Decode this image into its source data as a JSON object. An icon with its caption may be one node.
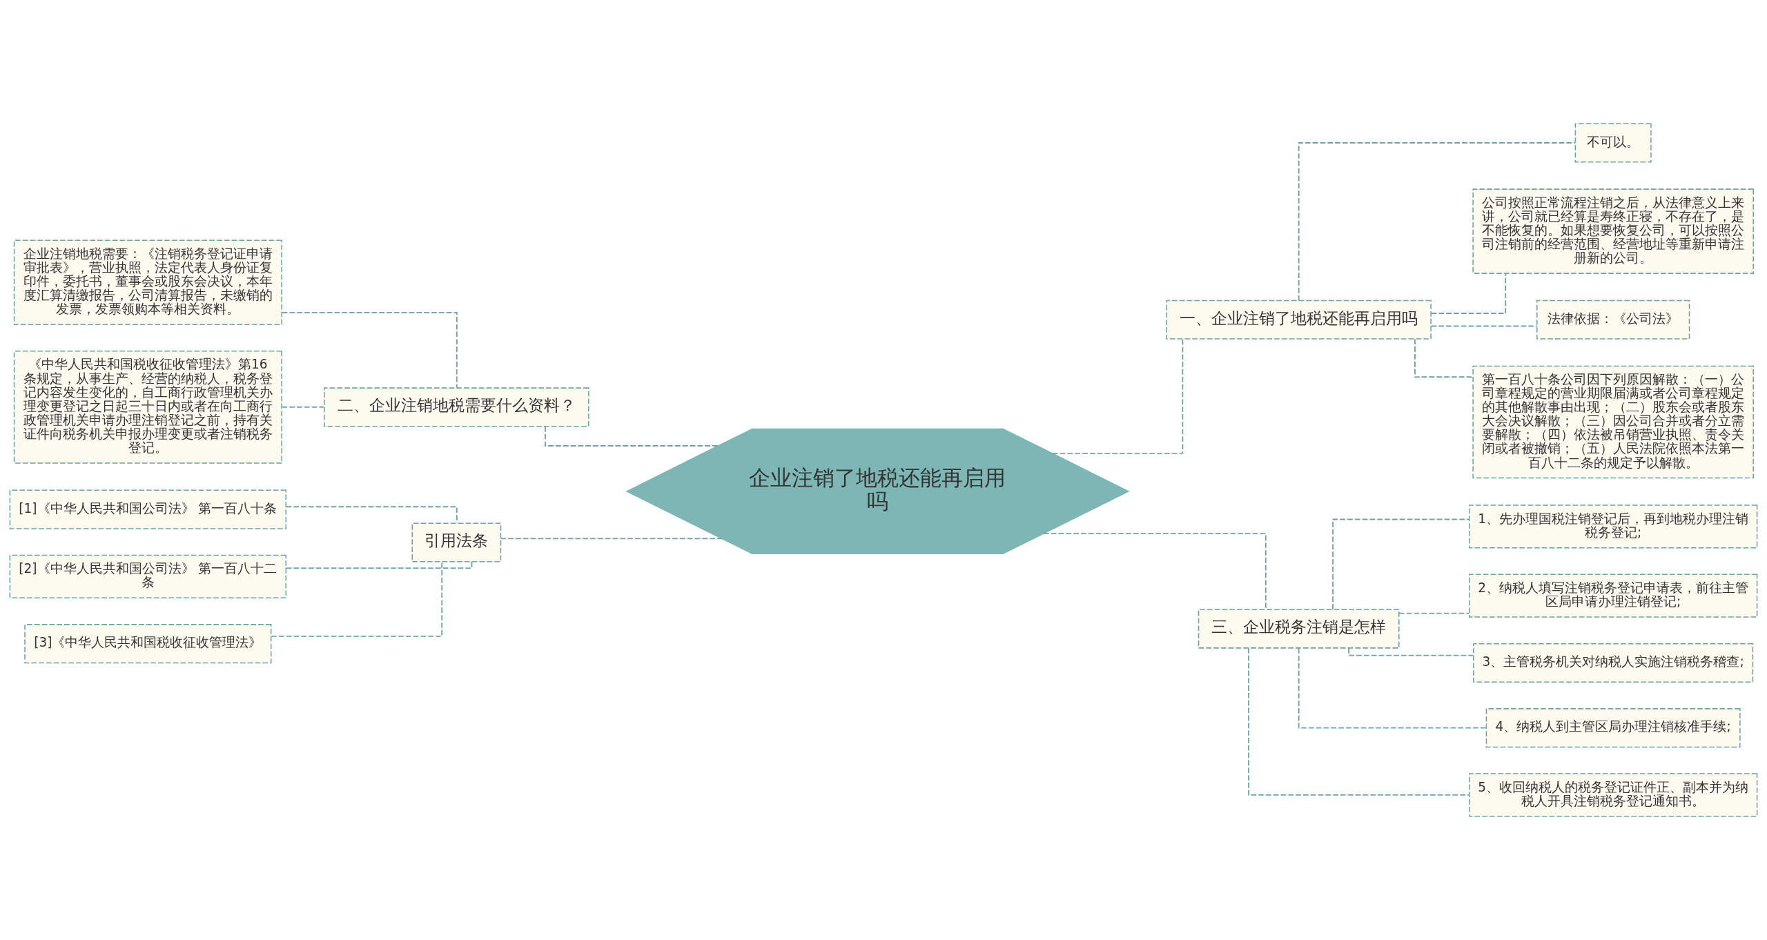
{
  "diagram": {
    "nodes": [
      {
        "text": [
          "企业注销了地税还能再启用吗"
        ]
      },
      {
        "text": [
          "一、企业注销了地税还能再启用吗"
        ]
      },
      {
        "text": [
          "不可以。"
        ]
      },
      {
        "text": [
          "公司按照正常流程注销之后，从法律意义上来讲，公司就已经算是寿终正寝，不存在了，是不能恢复的。如果想要恢复公司，可以按照公司注销前的经营范围、经营地址等重新申请注册新的公司。"
        ]
      },
      {
        "text": [
          "法律依据：《公司法》"
        ]
      },
      {
        "text": [
          "第一百八十条公司因下列原因解散：（一）公司章程规定的营业期限届满或者公司章程规定的其他解散事由出现；（二）股东会或者股东大会决议解散；（三）因公司合并或者分立需要解散；（四）依法被吊销营业执照、责令关闭或者被撤销；（五）人民法院依照本法第一百八十二条的规定予以解散。"
        ]
      },
      {
        "text": [
          "二、企业注销地税需要什么资料？"
        ]
      },
      {
        "text": [
          "企业注销地税需要：《注销税务登记证申请审批表》，营业执照，法定代表人身份证复印件，委托书，董事会或股东会决议，本年度汇算清缴报告，公司清算报告，未缴销的发票，发票领购本等相关资料。"
        ]
      },
      {
        "text": [
          "《中华人民共和国税收征收管理法》第16条规定，从事生产、经营的纳税人，税务登记内容发生变化的，自工商行政管理机关办理变更登记之日起三十日内或者在向工商行政管理机关申请办理注销登记之前，持有关证件向税务机关申报办理变更或者注销税务登记。"
        ]
      },
      {
        "text": [
          "三、企业税务注销是怎样"
        ]
      },
      {
        "text": [
          "1、先办理国税注销登记后，再到地税办理注销税务登记;"
        ]
      },
      {
        "text": [
          "2、纳税人填写注销税务登记申请表，前往主管区局申请办理注销登记;"
        ]
      },
      {
        "text": [
          "3、主管税务机关对纳税人实施注销税务稽查;"
        ]
      },
      {
        "text": [
          "4、纳税人到主管区局办理注销核准手续;"
        ]
      },
      {
        "text": [
          "5、收回纳税人的税务登记证件正、副本并为纳税人开具注销税务登记通知书。"
        ]
      },
      {
        "text": [
          "引用法条"
        ]
      },
      {
        "text": [
          "[1]《中华人民共和国公司法》 第一百八十条"
        ]
      },
      {
        "text": [
          "[2]《中华人民共和国公司法》 第一百八十二条"
        ]
      },
      {
        "text": [
          "[3]《中华人民共和国税收征收管理法》"
        ]
      }
    ],
    "edges": [
      {
        "from": 0,
        "to": 1,
        "arrow": "none",
        "style": "dashed"
      },
      {
        "from": 1,
        "to": 2,
        "arrow": "none",
        "style": "dashed"
      },
      {
        "from": 1,
        "to": 3,
        "arrow": "none",
        "style": "dashed"
      },
      {
        "from": 1,
        "to": 4,
        "arrow": "none",
        "style": "dashed"
      },
      {
        "from": 1,
        "to": 5,
        "arrow": "none",
        "style": "dashed"
      },
      {
        "from": 6,
        "to": 0,
        "arrow": "none",
        "style": "dashed"
      },
      {
        "from": 7,
        "to": 6,
        "arrow": "none",
        "style": "dashed"
      },
      {
        "from": 8,
        "to": 6,
        "arrow": "none",
        "style": "dashed"
      },
      {
        "from": 0,
        "to": 9,
        "arrow": "none",
        "style": "dashed"
      },
      {
        "from": 9,
        "to": 10,
        "arrow": "none",
        "style": "dashed"
      },
      {
        "from": 9,
        "to": 11,
        "arrow": "none",
        "style": "dashed"
      },
      {
        "from": 9,
        "to": 12,
        "arrow": "none",
        "style": "dashed"
      },
      {
        "from": 9,
        "to": 13,
        "arrow": "none",
        "style": "dashed"
      },
      {
        "from": 9,
        "to": 14,
        "arrow": "none",
        "style": "dashed"
      },
      {
        "from": 15,
        "to": 0,
        "arrow": "none",
        "style": "dashed"
      },
      {
        "from": 16,
        "to": 15,
        "arrow": "none",
        "style": "dashed"
      },
      {
        "from": 17,
        "to": 15,
        "arrow": "none",
        "style": "dashed"
      },
      {
        "from": 18,
        "to": 15,
        "arrow": "none",
        "style": "dashed"
      }
    ]
  }
}
